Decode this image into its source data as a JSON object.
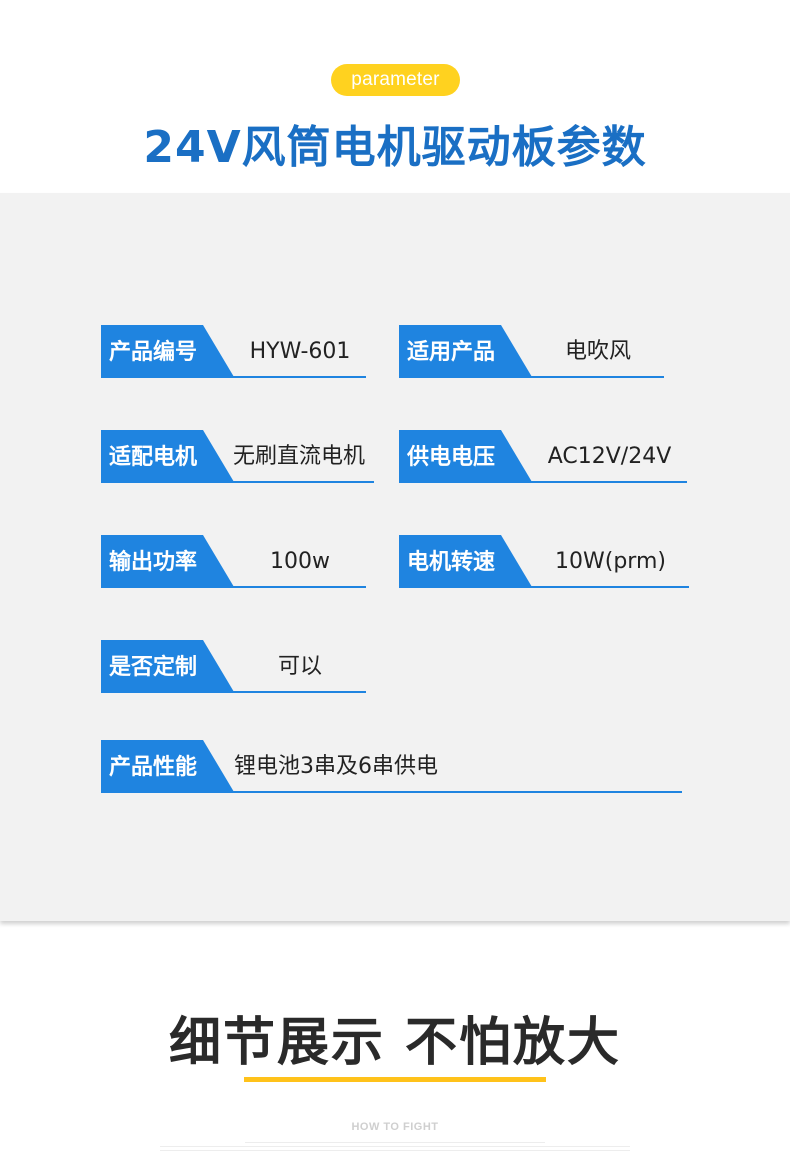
{
  "header": {
    "badge": "parameter",
    "title": "24V风筒电机驱动板参数"
  },
  "params": [
    {
      "label": "产品编号",
      "value": "HYW-601"
    },
    {
      "label": "适用产品",
      "value": "电吹风"
    },
    {
      "label": "适配电机",
      "value": "无刷直流电机"
    },
    {
      "label": "供电电压",
      "value": "AC12V/24V"
    },
    {
      "label": "输出功率",
      "value": "100w"
    },
    {
      "label": "电机转速",
      "value": "10W(prm)"
    },
    {
      "label": "是否定制",
      "value": "可以"
    },
    {
      "label": "产品性能",
      "value": "锂电池3串及6串供电"
    }
  ],
  "details": {
    "title": "细节展示 不怕放大",
    "subtitle": "HOW TO FIGHT"
  },
  "colors": {
    "title_blue": "#1a6fc4",
    "tag_blue": "#1f84e0",
    "accent_yellow": "#ffd21f",
    "panel_gray": "#f2f2f2"
  }
}
